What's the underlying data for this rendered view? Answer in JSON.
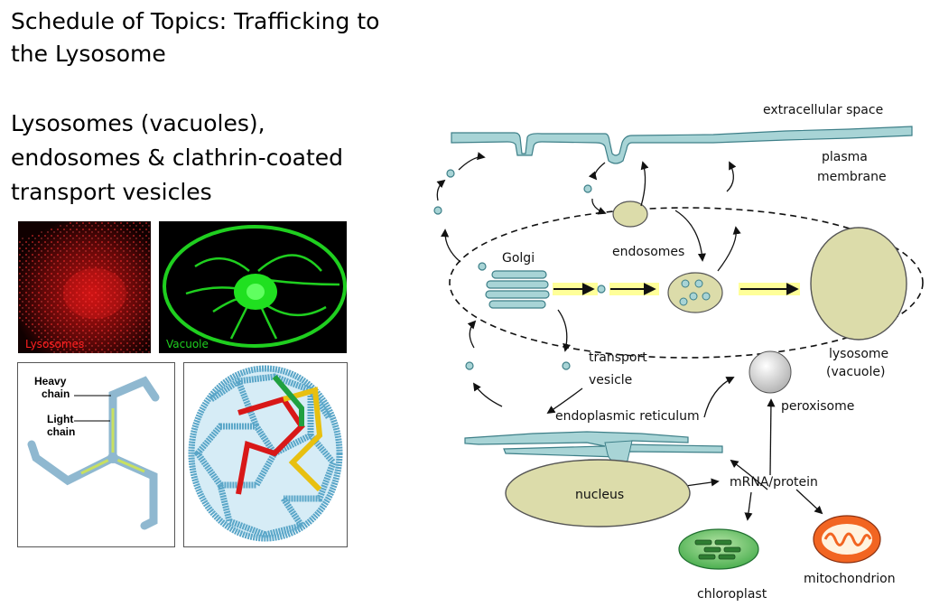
{
  "slide": {
    "title": "Schedule of Topics: Trafficking to the Lysosome",
    "subtitle": "Lysosomes (vacuoles), endosomes & clathrin-coated transport vesicles"
  },
  "images": {
    "lysosomes_label": "Lysosomes",
    "vacuole_label": "Vacuole",
    "heavy_chain_label": "Heavy chain",
    "light_chain_label": "Light chain"
  },
  "diagram": {
    "extracellular_space": "extracellular space",
    "plasma_membrane_1": "plasma",
    "plasma_membrane_2": "membrane",
    "golgi": "Golgi",
    "endosomes": "endosomes",
    "lysosome_1": "lysosome",
    "lysosome_2": "(vacuole)",
    "transport_vesicle_1": "transport",
    "transport_vesicle_2": "vesicle",
    "peroxisome": "peroxisome",
    "endoplasmic_reticulum": "endoplasmic reticulum",
    "nucleus": "nucleus",
    "mrna_protein": "mRNA/protein",
    "chloroplast": "chloroplast",
    "mitochondrion": "mitochondrion"
  },
  "colors": {
    "membrane": "#9fcfcf",
    "organelle": "#dcdcaa",
    "arrow_highlight": "#ffff99",
    "chloroplast": "#4caf50",
    "mitochondrion": "#f26522",
    "clathrin_blue": "#7ab8d6",
    "lysosome_red": "#d01010",
    "vacuole_green": "#1fcf1f"
  }
}
